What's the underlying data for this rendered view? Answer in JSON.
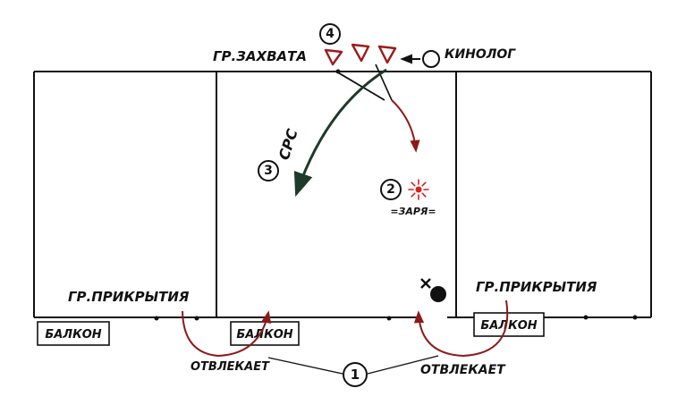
{
  "labels": {
    "capture_group": "ГР.ЗАХВАТА",
    "dog_handler": "КИНОЛОГ",
    "cover_group_left": "ГР.ПРИКРЫТИЯ",
    "cover_group_right": "ГР.ПРИКРЫТИЯ",
    "balcony_left": "БАЛКОН",
    "balcony_middle": "БАЛКОН",
    "balcony_right": "БАЛКОН",
    "distracts_left": "ОТВЛЕКАЕТ",
    "distracts_right": "ОТВЛЕКАЕТ",
    "flash_grenade": "=ЗАРЯ=",
    "srs": "СРС"
  },
  "steps": {
    "step_1": "1",
    "step_2": "2",
    "step_3": "3",
    "step_4": "4"
  },
  "colors": {
    "ink": "#111111",
    "red_arrow": "#8b1a1a",
    "green_arrow": "#1e3a2a",
    "triangle": "#9c1b1b",
    "flash": "#d42020"
  }
}
